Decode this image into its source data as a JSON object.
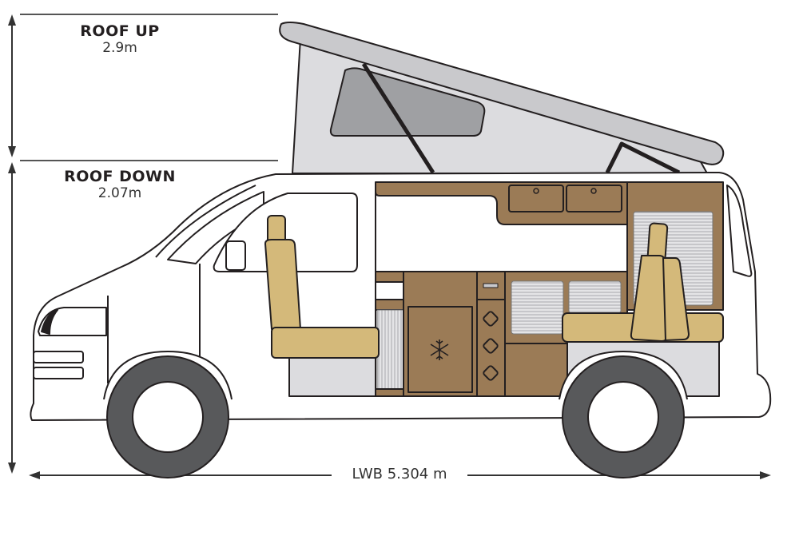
{
  "dimensions": {
    "roof_up": {
      "label": "ROOF UP",
      "value": "2.9m"
    },
    "roof_down": {
      "label": "ROOF DOWN",
      "value": "2.07m"
    },
    "length": {
      "label": "LWB 5.304 m"
    }
  },
  "colors": {
    "outline": "#231f20",
    "cabinet": "#9b7b56",
    "upholstery": "#d4b97a",
    "roof": "#dcdcdf",
    "tyre": "#58595b",
    "panel": "#dcdcdf"
  },
  "icons": [
    "snowflake-icon",
    "hob-knob-icon"
  ]
}
